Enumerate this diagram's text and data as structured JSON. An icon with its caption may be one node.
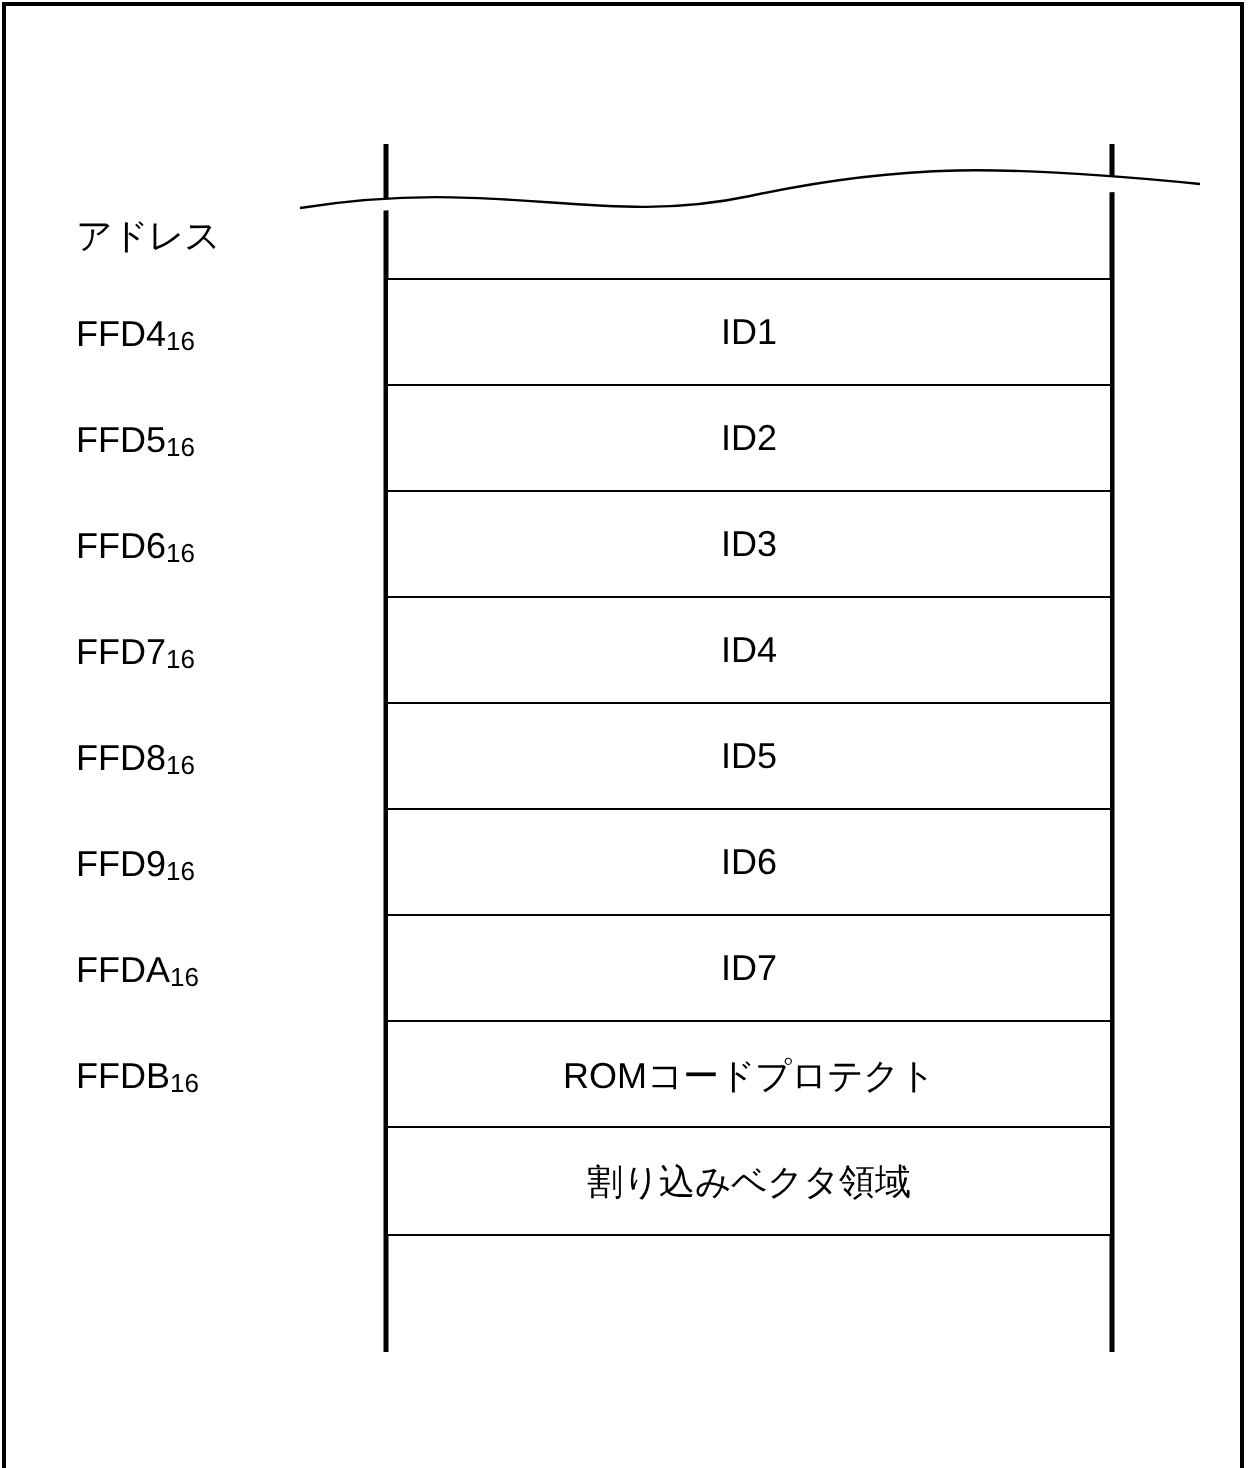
{
  "diagram": {
    "nodes": [
      {
        "text": [
          "ID1"
        ]
      },
      {
        "text": [
          "ID2"
        ]
      },
      {
        "text": [
          "ID3"
        ]
      },
      {
        "text": [
          "ID4"
        ]
      },
      {
        "text": [
          "ID5"
        ]
      },
      {
        "text": [
          "ID6"
        ]
      },
      {
        "text": [
          "ID7"
        ]
      },
      {
        "text": [
          "ROMコードプロテクト"
        ]
      },
      {
        "text": [
          "割り込みベクタ領域"
        ]
      }
    ],
    "labels": [
      "アドレス",
      "FFD4$_{16}$",
      "FFD5$_{16}$",
      "FFD6$_{16}$",
      "FFD7$_{16}$",
      "FFD8$_{16}$",
      "FFD9$_{16}$",
      "FFDA$_{16}$",
      "FFDB$_{16}$"
    ]
  }
}
